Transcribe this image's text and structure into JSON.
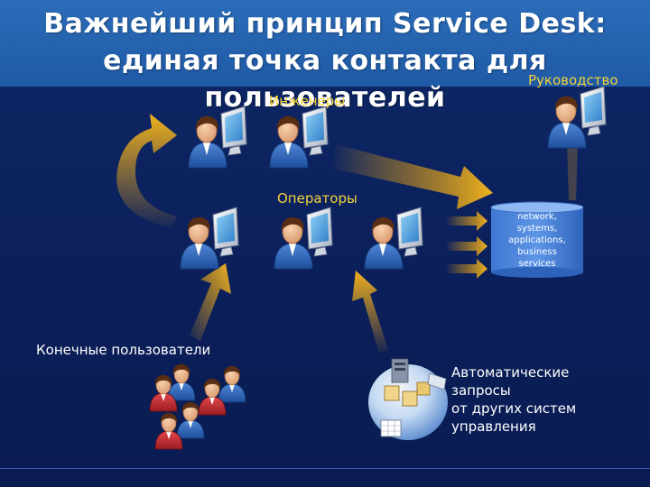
{
  "title": {
    "line1": "Важнейший принцип Service Desk:",
    "line2": "единая точка контакта для",
    "line3": "пользователей"
  },
  "labels": {
    "engineers": "Инженеры",
    "management": "Руководство",
    "operators": "Операторы",
    "end_users": "Конечные пользователи"
  },
  "database": {
    "line1": "network,",
    "line2": "systems,",
    "line3": "applications,",
    "line4": "business",
    "line5": "services"
  },
  "automatic_requests": {
    "line1": "Автоматические",
    "line2": "запросы",
    "line3": "от других систем",
    "line4": "управления"
  },
  "colors": {
    "background": "#0b1f5a",
    "title_bar": "#1f5aa6",
    "label_yellow": "#f2d13b",
    "arrow_gold": "#e8a21a",
    "person_shirt": "#2f63b8",
    "end_user_shirt": "#c0272d"
  }
}
